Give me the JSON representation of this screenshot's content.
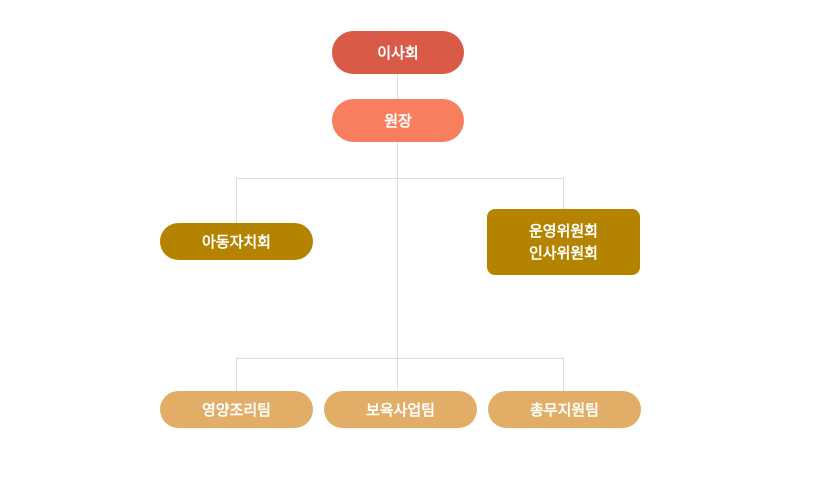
{
  "org_chart": {
    "board": {
      "label": "이사회",
      "color": "#d85a47"
    },
    "director": {
      "label": "원장",
      "color": "#f77f5e"
    },
    "committees": [
      {
        "label": "아동자치회",
        "color": "#b48300"
      },
      {
        "lines": [
          "운영위원회",
          "인사위원회"
        ],
        "color": "#b48300"
      }
    ],
    "teams": [
      {
        "label": "영양조리팀",
        "color": "#e2ae67"
      },
      {
        "label": "보육사업팀",
        "color": "#e2ae67"
      },
      {
        "label": "총무지원팀",
        "color": "#e2ae67"
      }
    ],
    "connector_color": "#dcdcdc"
  }
}
